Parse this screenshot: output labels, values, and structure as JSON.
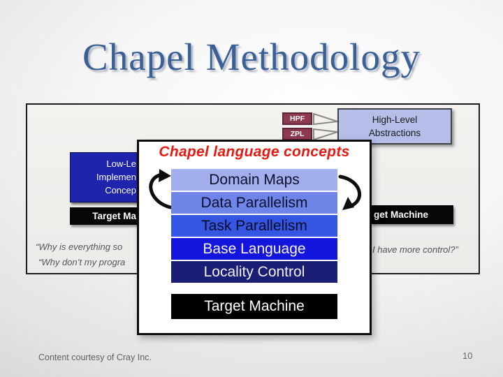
{
  "slide": {
    "title": "Chapel Methodology",
    "footer_credit": "Content courtesy of Cray Inc.",
    "page_number": "10"
  },
  "background_diagram": {
    "hpf_label": "HPF",
    "zpl_label": "ZPL",
    "high_level_box": {
      "line1": "High-Level",
      "line2": "Abstractions"
    },
    "low_level_box": {
      "line1": "Low-Le",
      "line2": "Implemen",
      "line3": "Concep"
    },
    "target_machine_left": "Target Ma",
    "target_machine_right": "get Machine",
    "quote_left_line1": "“Why is everything so",
    "quote_left_line2": "“Why don’t my progra",
    "quote_right": "I have more control?”"
  },
  "concepts_panel": {
    "title": "Chapel language concepts",
    "title_color": "#E8190F",
    "layers": [
      {
        "label": "Domain Maps",
        "bg": "#A2AFEC",
        "fg": "#0C102E"
      },
      {
        "label": "Data Parallelism",
        "bg": "#7085E8",
        "fg": "#0C102E"
      },
      {
        "label": "Task Parallelism",
        "bg": "#3556E3",
        "fg": "#070D26"
      },
      {
        "label": "Base Language",
        "bg": "#1315DC",
        "fg": "#F4F2FD"
      },
      {
        "label": "Locality Control",
        "bg": "#1A1E74",
        "fg": "#F1EFFB"
      },
      {
        "label": "Target Machine",
        "bg": "#000000",
        "fg": "#FFFFFF"
      }
    ]
  },
  "colors": {
    "title_text": "#3A6095",
    "maroon_box": "#8D3A51",
    "high_level_box_bg": "#B5BDE9",
    "low_level_box_bg": "#1F24AC",
    "slide_bg_edge": "#D2D2D2"
  }
}
